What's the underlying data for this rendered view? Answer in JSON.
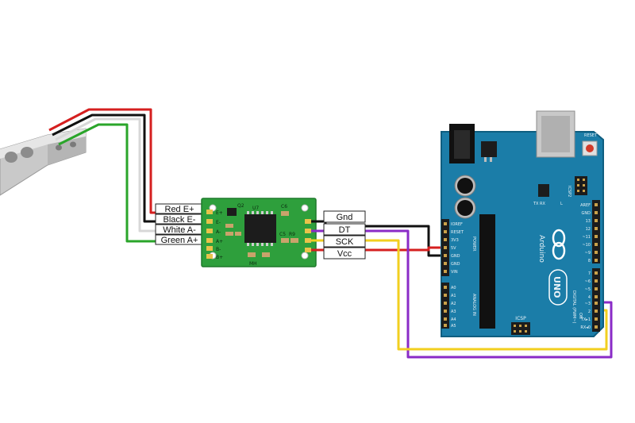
{
  "wire_colors": {
    "red": "#d51f1f",
    "black": "#111111",
    "white": "#d8d8d8",
    "green": "#2aa52a",
    "purple": "#8a2bc7",
    "yellow": "#f2cf1f"
  },
  "colors": {
    "arduino_board": "#1b7da8",
    "arduino_edge": "#0f5e80",
    "hx711_board": "#2e9f3c",
    "header_black": "#1c1c1c"
  },
  "load_cell_labels": {
    "red": "Red E+",
    "black": "Black E-",
    "white": "White A-",
    "green": "Green A+"
  },
  "hx711": {
    "chip_label": "U7",
    "q_label": "Q2",
    "cap_label": "C6",
    "cap2_label": "C5",
    "res_label": "R9",
    "maker": "MH",
    "left_pins": [
      "E+",
      "E-",
      "A-",
      "A+",
      "B-",
      "B+"
    ]
  },
  "output_labels": {
    "gnd": "Gnd",
    "dt": "DT",
    "sck": "SCK",
    "vcc": "Vcc"
  },
  "arduino": {
    "brand": "Arduino",
    "model": "UNO",
    "reset": "RESET",
    "icsp2": "ICSP2",
    "icsp": "ICSP",
    "power_header": "POWER",
    "analog_header": "ANALOG IN",
    "digital_header": "DIGITAL (PWM~)",
    "on": "ON",
    "tx": "TX",
    "rx": "RX",
    "l": "L",
    "power_pins": [
      "IOREF",
      "RESET",
      "3V3",
      "5V",
      "GND",
      "GND",
      "VIN"
    ],
    "analog_pins": [
      "A0",
      "A1",
      "A2",
      "A3",
      "A4",
      "A5"
    ],
    "digital_top": [
      "AREF",
      "GND",
      "13",
      "12",
      "~11",
      "~10",
      "~9",
      "8"
    ],
    "digital_bottom": [
      "7",
      "~6",
      "~5",
      "4",
      "~3",
      "2",
      "TX▸1",
      "RX◂0"
    ]
  }
}
